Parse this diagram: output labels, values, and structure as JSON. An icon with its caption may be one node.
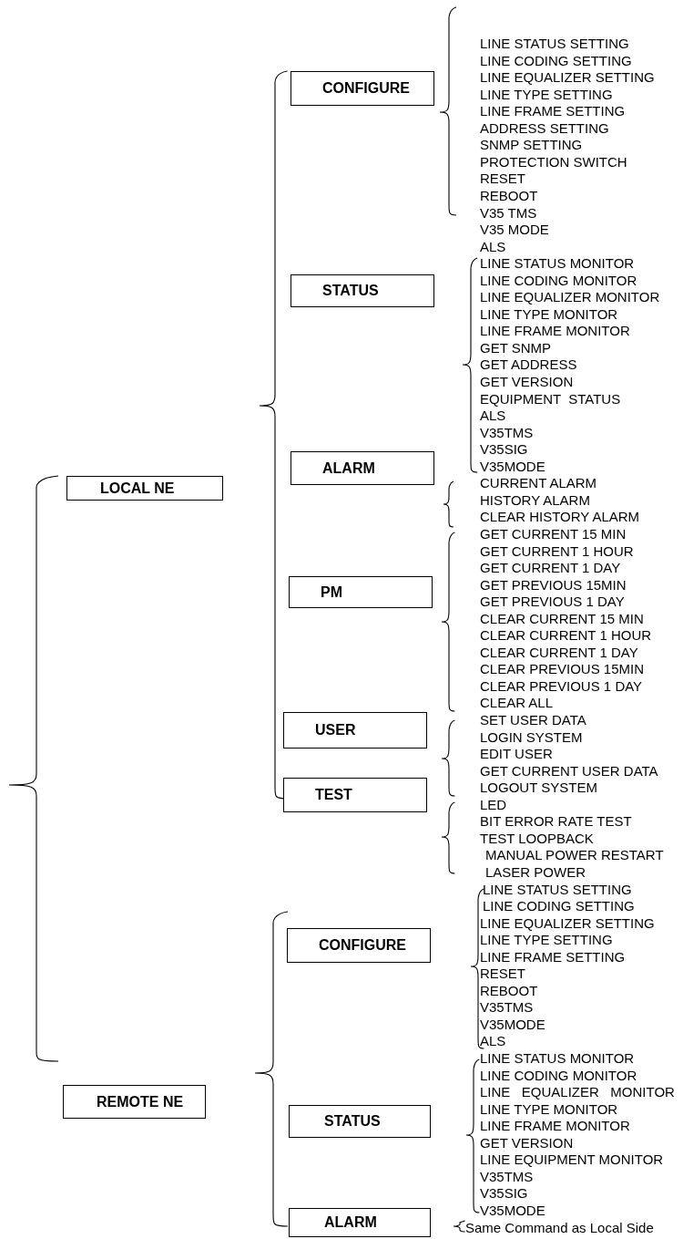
{
  "diagram": {
    "nodes": [
      {
        "text": [
          "LOCAL NE"
        ]
      },
      {
        "text": [
          "CONFIGURE"
        ]
      },
      {
        "text": [
          "STATUS"
        ]
      },
      {
        "text": [
          "ALARM"
        ]
      },
      {
        "text": [
          "PM"
        ]
      },
      {
        "text": [
          "USER"
        ]
      },
      {
        "text": [
          "TEST"
        ]
      },
      {
        "text": [
          "REMOTE NE"
        ]
      },
      {
        "text": [
          "CONFIGURE"
        ]
      },
      {
        "text": [
          "STATUS"
        ]
      },
      {
        "text": [
          "ALARM"
        ]
      }
    ],
    "edges": [],
    "labels": [
      "LINE STATUS SETTING",
      "LINE CODING SETTING",
      "LINE EQUALIZER SETTING",
      "LINE TYPE SETTING",
      "LINE FRAME SETTING",
      "ADDRESS SETTING",
      "SNMP SETTING",
      "PROTECTION SWITCH",
      "RESET",
      "REBOOT",
      "V35 TMS",
      "V35 MODE",
      "ALS",
      "LINE STATUS MONITOR",
      "LINE CODING MONITOR",
      "LINE EQUALIZER MONITOR",
      "LINE TYPE MONITOR",
      "LINE FRAME MONITOR",
      "GET SNMP",
      "GET ADDRESS",
      "GET VERSION",
      "EQUIPMENT  STATUS",
      "ALS",
      "V35TMS",
      "V35SIG",
      "V35MODE",
      "CURRENT ALARM",
      "HISTORY ALARM",
      "CLEAR HISTORY ALARM",
      "GET CURRENT 15 MIN",
      "GET CURRENT 1 HOUR",
      "GET CURRENT 1 DAY",
      "GET PREVIOUS 15MIN",
      "GET PREVIOUS 1 DAY",
      "CLEAR CURRENT 15 MIN",
      "CLEAR CURRENT 1 HOUR",
      "CLEAR CURRENT 1 DAY",
      "CLEAR PREVIOUS 15MIN",
      "CLEAR PREVIOUS 1 DAY",
      "CLEAR ALL",
      "SET USER DATA",
      "LOGIN SYSTEM",
      "EDIT USER",
      "GET CURRENT USER DATA",
      "LOGOUT SYSTEM",
      "LED",
      "BIT ERROR RATE TEST",
      "TEST LOOPBACK",
      "MANUAL POWER RESTART",
      "LASER POWER",
      "LINE STATUS SETTING",
      "LINE CODING SETTING",
      "LINE EQUALIZER SETTING",
      "LINE TYPE SETTING",
      "LINE FRAME SETTING",
      "RESET",
      "REBOOT",
      "V35TMS",
      "V35MODE",
      "ALS",
      "LINE STATUS MONITOR",
      "LINE CODING MONITOR",
      "LINE   EQUALIZER   MONITOR",
      "LINE TYPE MONITOR",
      "LINE FRAME MONITOR",
      "GET VERSION",
      "LINE EQUIPMENT MONITOR",
      "V35TMS",
      "V35SIG",
      "V35MODE",
      "Same Command as Local Side"
    ]
  }
}
